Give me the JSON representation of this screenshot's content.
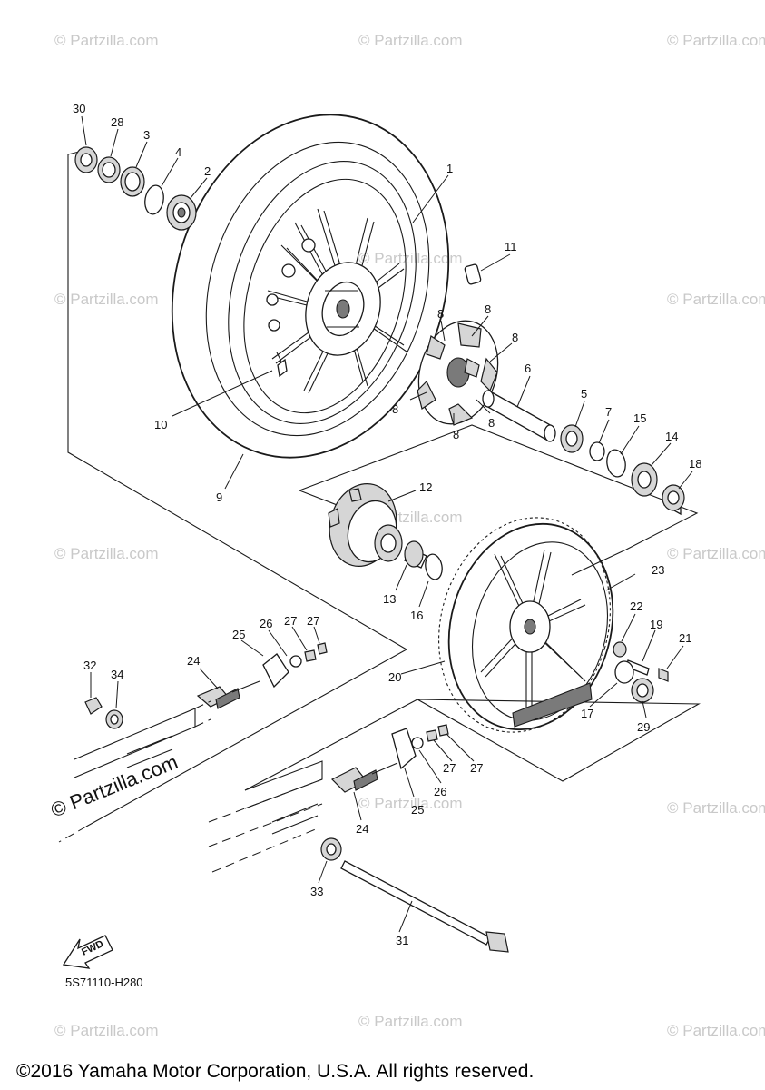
{
  "diagram": {
    "drawing_code": "5S71110-H280",
    "copyright": "©2016 Yamaha Motor Corporation, U.S.A. All rights reserved.",
    "watermark": "© Partzilla.com",
    "watermark_light": "© Partzilla.com",
    "fwd_label": "FWD",
    "callouts": {
      "c30": "30",
      "c28": "28",
      "c3": "3",
      "c4": "4",
      "c2": "2",
      "c1": "1",
      "c11": "11",
      "c8a": "8",
      "c8b": "8",
      "c8c": "8",
      "c8d": "8",
      "c8e": "8",
      "c8f": "8",
      "c6": "6",
      "c5": "5",
      "c7": "7",
      "c15": "15",
      "c14": "14",
      "c18": "18",
      "c10": "10",
      "c9": "9",
      "c12": "12",
      "c23": "23",
      "c13": "13",
      "c16": "16",
      "c22": "22",
      "c19": "19",
      "c21": "21",
      "c20": "20",
      "c17": "17",
      "c29": "29",
      "c32": "32",
      "c34": "34",
      "c24a": "24",
      "c25a": "25",
      "c26a": "26",
      "c27a": "27",
      "c27b": "27",
      "c27c": "27",
      "c27d": "27",
      "c26b": "26",
      "c25b": "25",
      "c24b": "24",
      "c33": "33",
      "c31": "31"
    }
  }
}
